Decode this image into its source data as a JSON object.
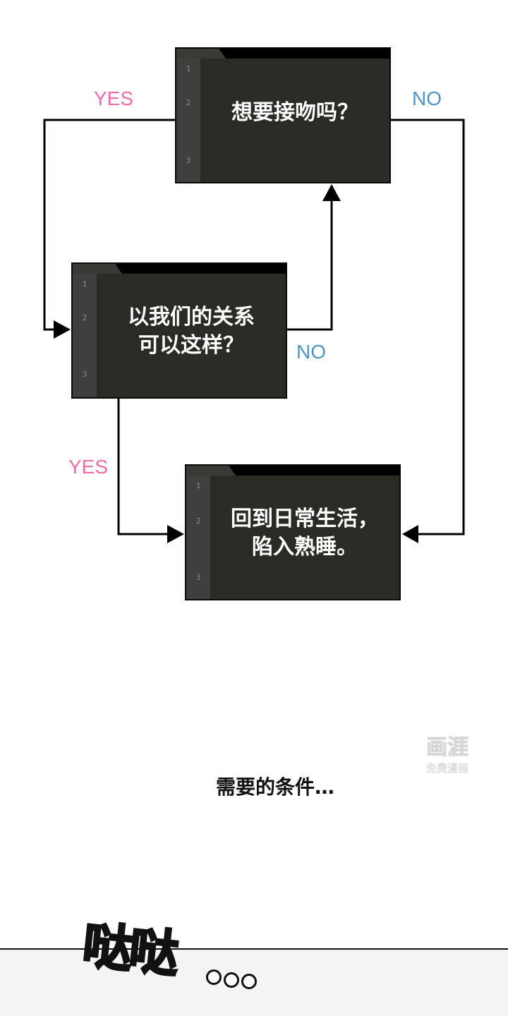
{
  "flowchart": {
    "boxes": {
      "kiss": {
        "text": "想要接吻吗？",
        "lines": [
          "1",
          "2",
          "3"
        ]
      },
      "relation": {
        "text": "以我们的关系\n可以这样？",
        "lines": [
          "1",
          "2",
          "3"
        ]
      },
      "sleep": {
        "text": "回到日常生活，\n陷入熟睡。",
        "lines": [
          "1",
          "2",
          "3"
        ]
      }
    },
    "edges": {
      "kiss_yes": "YES",
      "kiss_no": "NO",
      "relation_no": "NO",
      "relation_yes": "YES"
    },
    "colors": {
      "yes": "#f06aaa",
      "no": "#4d95c9",
      "box_fill": "#2b2b25",
      "gutter": "#3f3f3f"
    }
  },
  "caption": "需要的条件…",
  "watermark": {
    "top": "画涯",
    "bottom": "免费漫画"
  },
  "sfx": {
    "text": "哒哒",
    "dots": "…",
    "color": "#f2a45c"
  }
}
